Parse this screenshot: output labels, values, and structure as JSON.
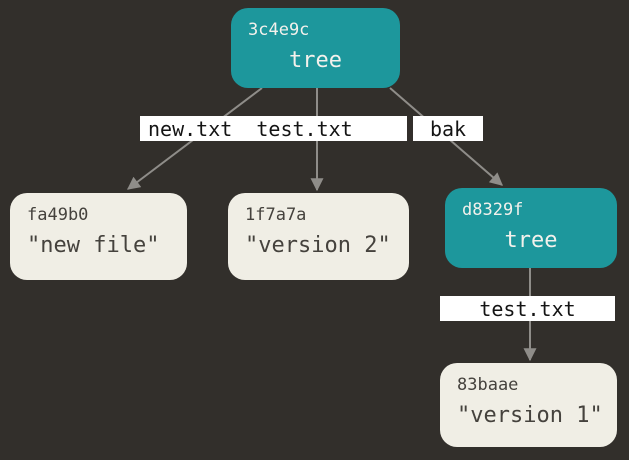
{
  "diagram": {
    "description": "git tree and blob objects graph",
    "colors": {
      "background": "#322f2b",
      "tree_node_fill": "#1d979c",
      "tree_node_text": "#f3f1ec",
      "blob_node_fill": "#f0eee5",
      "blob_node_text": "#45423d",
      "edge_label_bg": "#ffffff",
      "edge_label_text": "#141414",
      "arrow": "#8f8d89"
    },
    "nodes": {
      "root_tree": {
        "hash": "3c4e9c",
        "label": "tree"
      },
      "blob_new": {
        "hash": "fa49b0",
        "label": "\"new file\""
      },
      "blob_v2": {
        "hash": "1f7a7a",
        "label": "\"version 2\""
      },
      "bak_tree": {
        "hash": "d8329f",
        "label": "tree"
      },
      "blob_v1": {
        "hash": "83baae",
        "label": "\"version 1\""
      }
    },
    "edge_labels": {
      "root_files": "new.txt  test.txt",
      "bak": "bak",
      "bak_file": "test.txt"
    }
  }
}
